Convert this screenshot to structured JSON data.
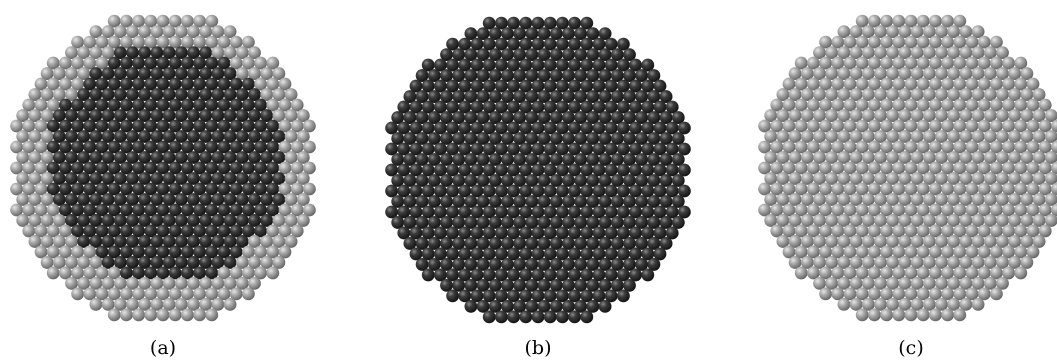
{
  "figure": {
    "panels": [
      {
        "label": "(a)",
        "description": "core-shell",
        "shell_color": "#9a9a9a",
        "core_color": "#2a2a2a"
      },
      {
        "label": "(b)",
        "description": "dark",
        "shell_color": "#2a2a2a",
        "core_color": "#2a2a2a"
      },
      {
        "label": "(c)",
        "description": "light",
        "shell_color": "#9a9a9a",
        "core_color": "#9a9a9a"
      }
    ],
    "colors": {
      "dark_sphere": "#2a2a2a",
      "light_sphere": "#9a9a9a",
      "background": "#ffffff"
    }
  }
}
